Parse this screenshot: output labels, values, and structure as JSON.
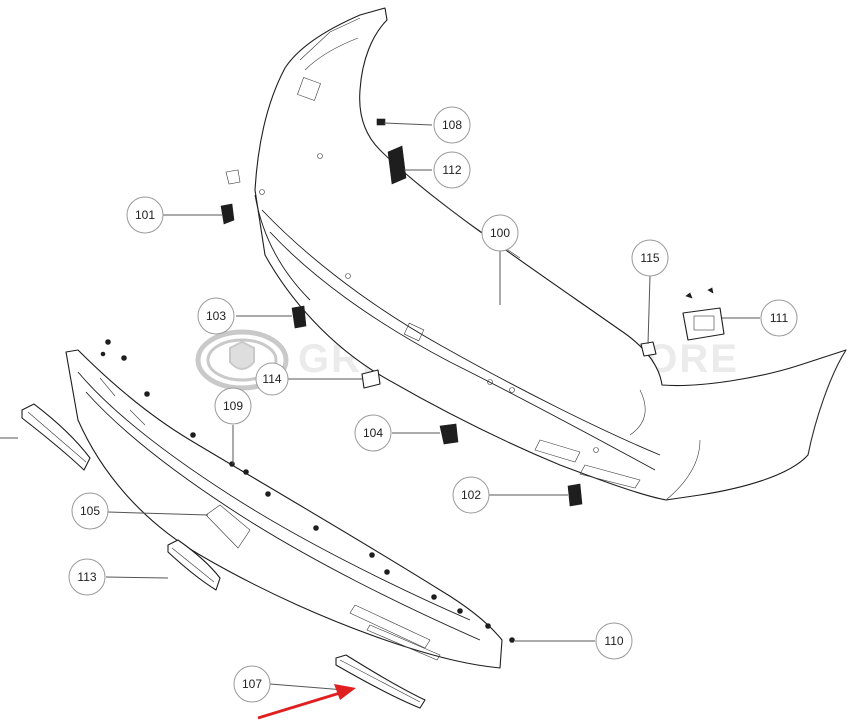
{
  "diagram": {
    "watermark_text": "GREAT WALL STORE",
    "callouts": [
      {
        "id": "c100",
        "label": "100"
      },
      {
        "id": "c101",
        "label": "101"
      },
      {
        "id": "c102",
        "label": "102"
      },
      {
        "id": "c103",
        "label": "103"
      },
      {
        "id": "c104",
        "label": "104"
      },
      {
        "id": "c105",
        "label": "105"
      },
      {
        "id": "c107",
        "label": "107"
      },
      {
        "id": "c108",
        "label": "108"
      },
      {
        "id": "c109",
        "label": "109"
      },
      {
        "id": "c110",
        "label": "110"
      },
      {
        "id": "c111",
        "label": "111"
      },
      {
        "id": "c112",
        "label": "112"
      },
      {
        "id": "c113",
        "label": "113"
      },
      {
        "id": "c114",
        "label": "114"
      },
      {
        "id": "c115",
        "label": "115"
      }
    ],
    "highlight_arrow_color": "#e02020",
    "highlighted_part": "107"
  }
}
